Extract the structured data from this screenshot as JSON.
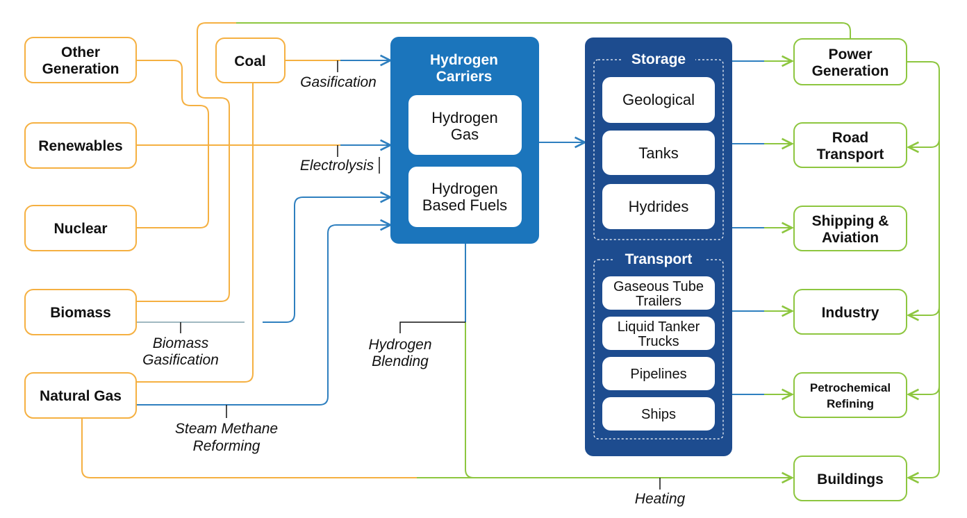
{
  "colors": {
    "source_border": "#F5B041",
    "orange_line": "#F5B041",
    "use_border": "#8DC63F",
    "green_line": "#8DC63F",
    "blue_line": "#2E7FBF",
    "carriers_bg": "#1B75BC",
    "storage_bg": "#1D4C8F",
    "text_dark": "#111111",
    "text_white": "#ffffff"
  },
  "sources": {
    "other_generation": "Other Generation",
    "renewables": "Renewables",
    "nuclear": "Nuclear",
    "biomass": "Biomass",
    "natural_gas": "Natural Gas",
    "coal": "Coal"
  },
  "processes": {
    "gasification": "Gasification",
    "electrolysis": "Electrolysis",
    "biomass_gasification_1": "Biomass",
    "biomass_gasification_2": "Gasification",
    "smr_1": "Steam Methane",
    "smr_2": "Reforming",
    "blending_1": "Hydrogen",
    "blending_2": "Blending",
    "heating": "Heating"
  },
  "carriers": {
    "title_1": "Hydrogen",
    "title_2": "Carriers",
    "gas_1": "Hydrogen",
    "gas_2": "Gas",
    "fuels_1": "Hydrogen",
    "fuels_2": "Based Fuels"
  },
  "storage": {
    "title": "Storage",
    "items": [
      "Geological",
      "Tanks",
      "Hydrides"
    ]
  },
  "transport": {
    "title": "Transport",
    "tube_1": "Gaseous Tube",
    "tube_2": "Trailers",
    "tanker_1": "Liquid Tanker",
    "tanker_2": "Trucks",
    "pipelines": "Pipelines",
    "ships": "Ships"
  },
  "uses": {
    "power_1": "Power",
    "power_2": "Generation",
    "road_1": "Road",
    "road_2": "Transport",
    "shipping_1": "Shipping &",
    "shipping_2": "Aviation",
    "industry": "Industry",
    "petro_1": "Petrochemical",
    "petro_2": "Refining",
    "buildings": "Buildings"
  }
}
